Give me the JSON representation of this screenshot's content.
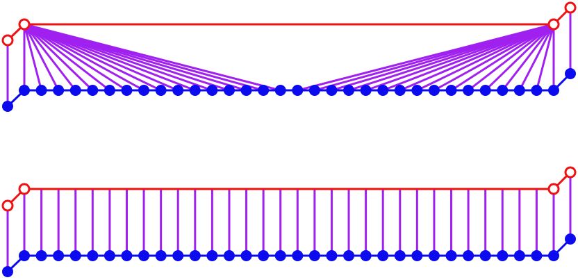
{
  "colors": {
    "red": "#ee1111",
    "blue": "#0b0bee",
    "purple": "#a020f0",
    "background": "#ffffff"
  },
  "panels": [
    {
      "id": "top",
      "connection": "fan",
      "blue_count": 32,
      "red_hubs": 2
    },
    {
      "id": "bottom",
      "connection": "parallel",
      "blue_count": 32,
      "red_hubs": 2
    }
  ]
}
